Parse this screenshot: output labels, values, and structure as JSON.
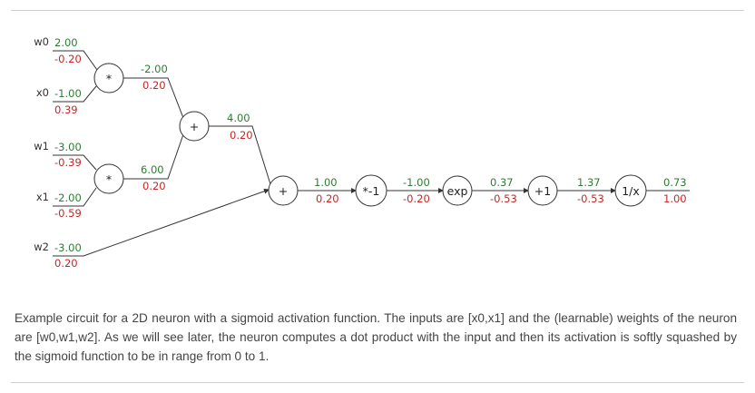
{
  "colors": {
    "forward": "#2e7d32",
    "backward": "#c62828",
    "line": "#333333"
  },
  "inputs": [
    {
      "id": "w0",
      "name": "w0",
      "value": "2.00",
      "grad": "-0.20"
    },
    {
      "id": "x0",
      "name": "x0",
      "value": "-1.00",
      "grad": "0.39"
    },
    {
      "id": "w1",
      "name": "w1",
      "value": "-3.00",
      "grad": "-0.39"
    },
    {
      "id": "x1",
      "name": "x1",
      "value": "-2.00",
      "grad": "-0.59"
    },
    {
      "id": "w2",
      "name": "w2",
      "value": "-3.00",
      "grad": "0.20"
    }
  ],
  "operations": [
    {
      "id": "mul0",
      "label": "*"
    },
    {
      "id": "mul1",
      "label": "*"
    },
    {
      "id": "add0",
      "label": "+"
    },
    {
      "id": "add1",
      "label": "+"
    },
    {
      "id": "neg",
      "label": "*-1"
    },
    {
      "id": "exp",
      "label": "exp"
    },
    {
      "id": "plus1",
      "label": "+1"
    },
    {
      "id": "recip",
      "label": "1/x"
    }
  ],
  "edges": [
    {
      "id": "e-mul0",
      "value": "-2.00",
      "grad": "0.20"
    },
    {
      "id": "e-mul1",
      "value": "6.00",
      "grad": "0.20"
    },
    {
      "id": "e-add0",
      "value": "4.00",
      "grad": "0.20"
    },
    {
      "id": "e-add1",
      "value": "1.00",
      "grad": "0.20"
    },
    {
      "id": "e-neg",
      "value": "-1.00",
      "grad": "-0.20"
    },
    {
      "id": "e-exp",
      "value": "0.37",
      "grad": "-0.53"
    },
    {
      "id": "e-plus1",
      "value": "1.37",
      "grad": "-0.53"
    },
    {
      "id": "e-out",
      "value": "0.73",
      "grad": "1.00"
    }
  ],
  "caption": "Example circuit for a 2D neuron with a sigmoid activation function. The inputs are [x0,x1] and the (learnable) weights of the neuron are [w0,w1,w2]. As we will see later, the neuron computes a dot product with the input and then its activation is softly squashed by the sigmoid function to be in range from 0 to 1."
}
